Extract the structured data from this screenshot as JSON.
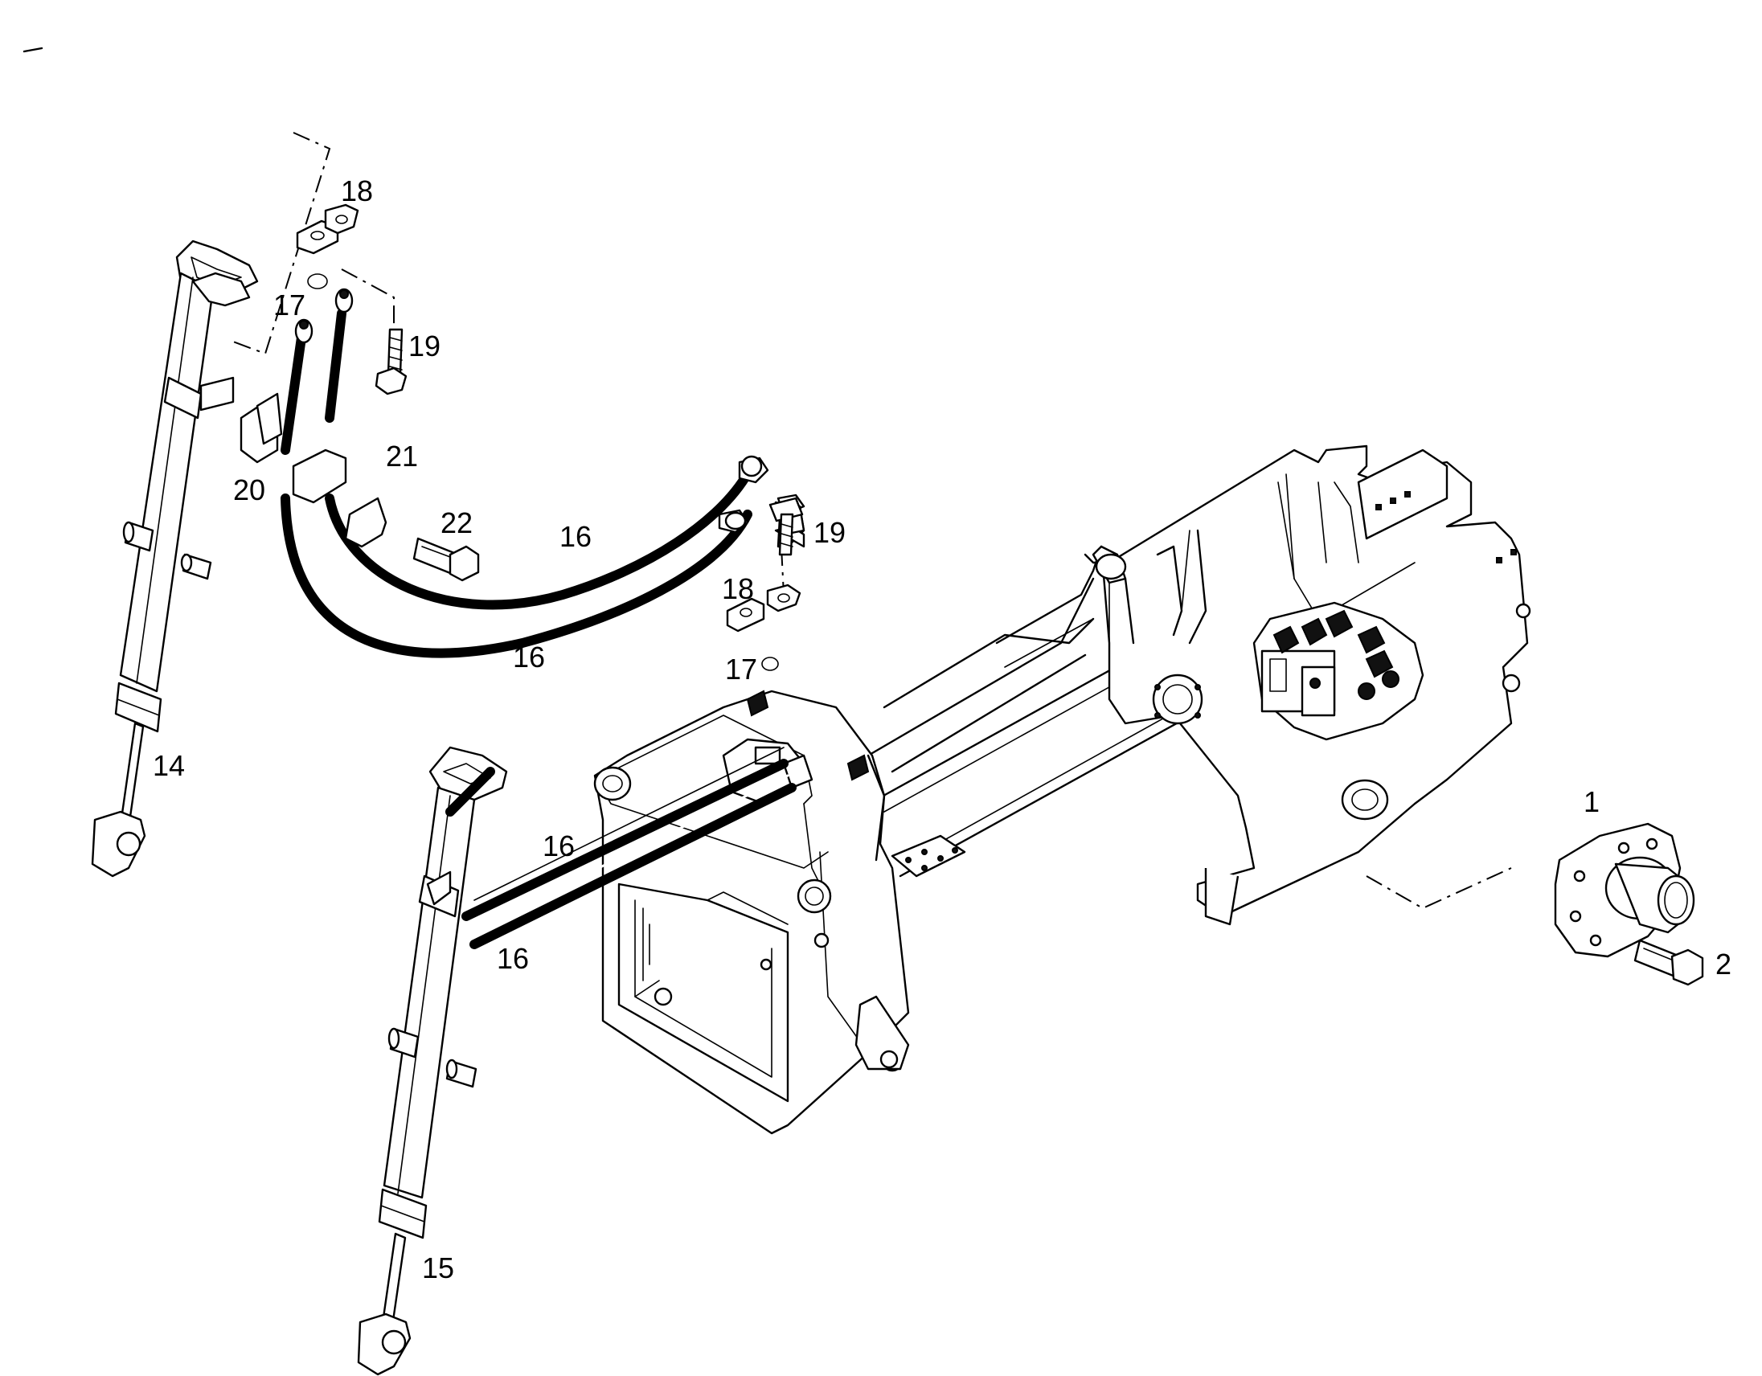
{
  "callouts": {
    "c1": "1",
    "c2": "2",
    "c14": "14",
    "c15": "15",
    "c16a": "16",
    "c16b": "16",
    "c16c": "16",
    "c16d": "16",
    "c17a": "17",
    "c17b": "17",
    "c18a": "18",
    "c18b": "18",
    "c19a": "19",
    "c19b": "19",
    "c20": "20",
    "c21": "21",
    "c22": "22"
  }
}
